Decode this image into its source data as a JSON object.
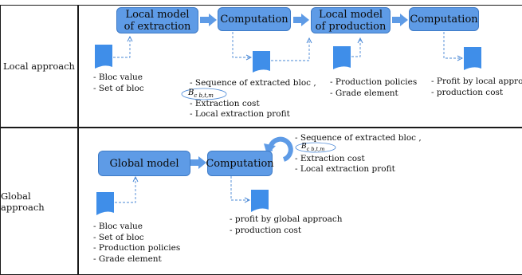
{
  "rows": {
    "local": {
      "label": "Local approach"
    },
    "global": {
      "label": "Global approach"
    }
  },
  "local": {
    "box1": [
      "Local model",
      "of extraction"
    ],
    "box2": "Computation",
    "box3": [
      "Local model",
      "of production"
    ],
    "box4": "Computation",
    "list_inputs": [
      "- Bloc value",
      "- Set of bloc"
    ],
    "list_computation": [
      "- Sequence of extracted bloc ,",
      "- Extraction cost",
      "- Local extraction profit"
    ],
    "list_production": [
      "- Production policies",
      "- Grade element"
    ],
    "list_result": [
      "- Profit by local approach",
      "- production cost"
    ]
  },
  "global": {
    "box1": "Global model",
    "box2": "Computation",
    "list_computation": [
      "- Sequence of extracted bloc ,",
      "- Extraction cost",
      "- Local extraction profit"
    ],
    "list_inputs": [
      "- Bloc value",
      "- Set of bloc",
      "- Production policies",
      "- Grade element"
    ],
    "list_result": [
      "- profit by global approach",
      "- production cost"
    ]
  },
  "formula": {
    "base": "B",
    "subscript": "c b,t,m"
  },
  "colors": {
    "box_fill": "#5e9be6",
    "box_border": "#3d7ac6",
    "arrow": "#5e9be6",
    "dashed": "#4a88d6",
    "doc": "#3f8ee9"
  },
  "icons": {
    "document": "document-icon",
    "cycle": "refresh-cycle-icon"
  }
}
